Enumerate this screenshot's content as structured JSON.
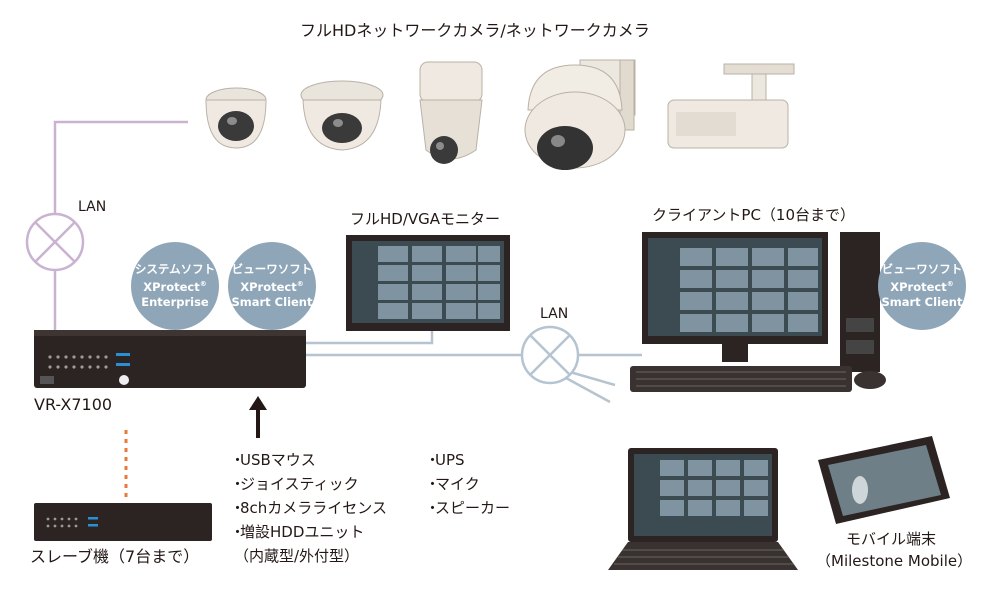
{
  "title": "フルHDネットワークカメラ/ネットワークカメラ",
  "lan_label_left": "LAN",
  "lan_label_right": "LAN",
  "monitor_label": "フルHD/VGAモニター",
  "client_label": "クライアントPC（10台まで）",
  "recorder_label": "VR-X7100",
  "slave_label": "スレーブ機（7台まで）",
  "mobile_label_line1": "モバイル端末",
  "mobile_label_line2": "（Milestone Mobile）",
  "bubbles": {
    "system": {
      "line1": "システムソフト",
      "line2": "XProtect",
      "line3": "Enterprise",
      "mark": "®"
    },
    "viewer_left": {
      "line1": "ビューワソフト",
      "line2": "XProtect",
      "line3": "Smart Client",
      "mark": "®"
    },
    "viewer_right": {
      "line1": "ビューワソフト",
      "line2": "XProtect",
      "line3": "Smart Client",
      "mark": "®"
    }
  },
  "options_col1": [
    "USBマウス",
    "ジョイスティック",
    "8chカメラライセンス",
    "増設HDDユニット"
  ],
  "options_col1_extra": "（内蔵型/外付型）",
  "options_col2": [
    "UPS",
    "マイク",
    "スピーカー"
  ],
  "bullet": "・",
  "colors": {
    "camera_line": "#c9b3d1",
    "lan_line": "#b5c4d0",
    "bubble": "#8fa6b8",
    "device_dark": "#2b2422",
    "slave_link": "#e8793a",
    "arrow": "#231815"
  }
}
